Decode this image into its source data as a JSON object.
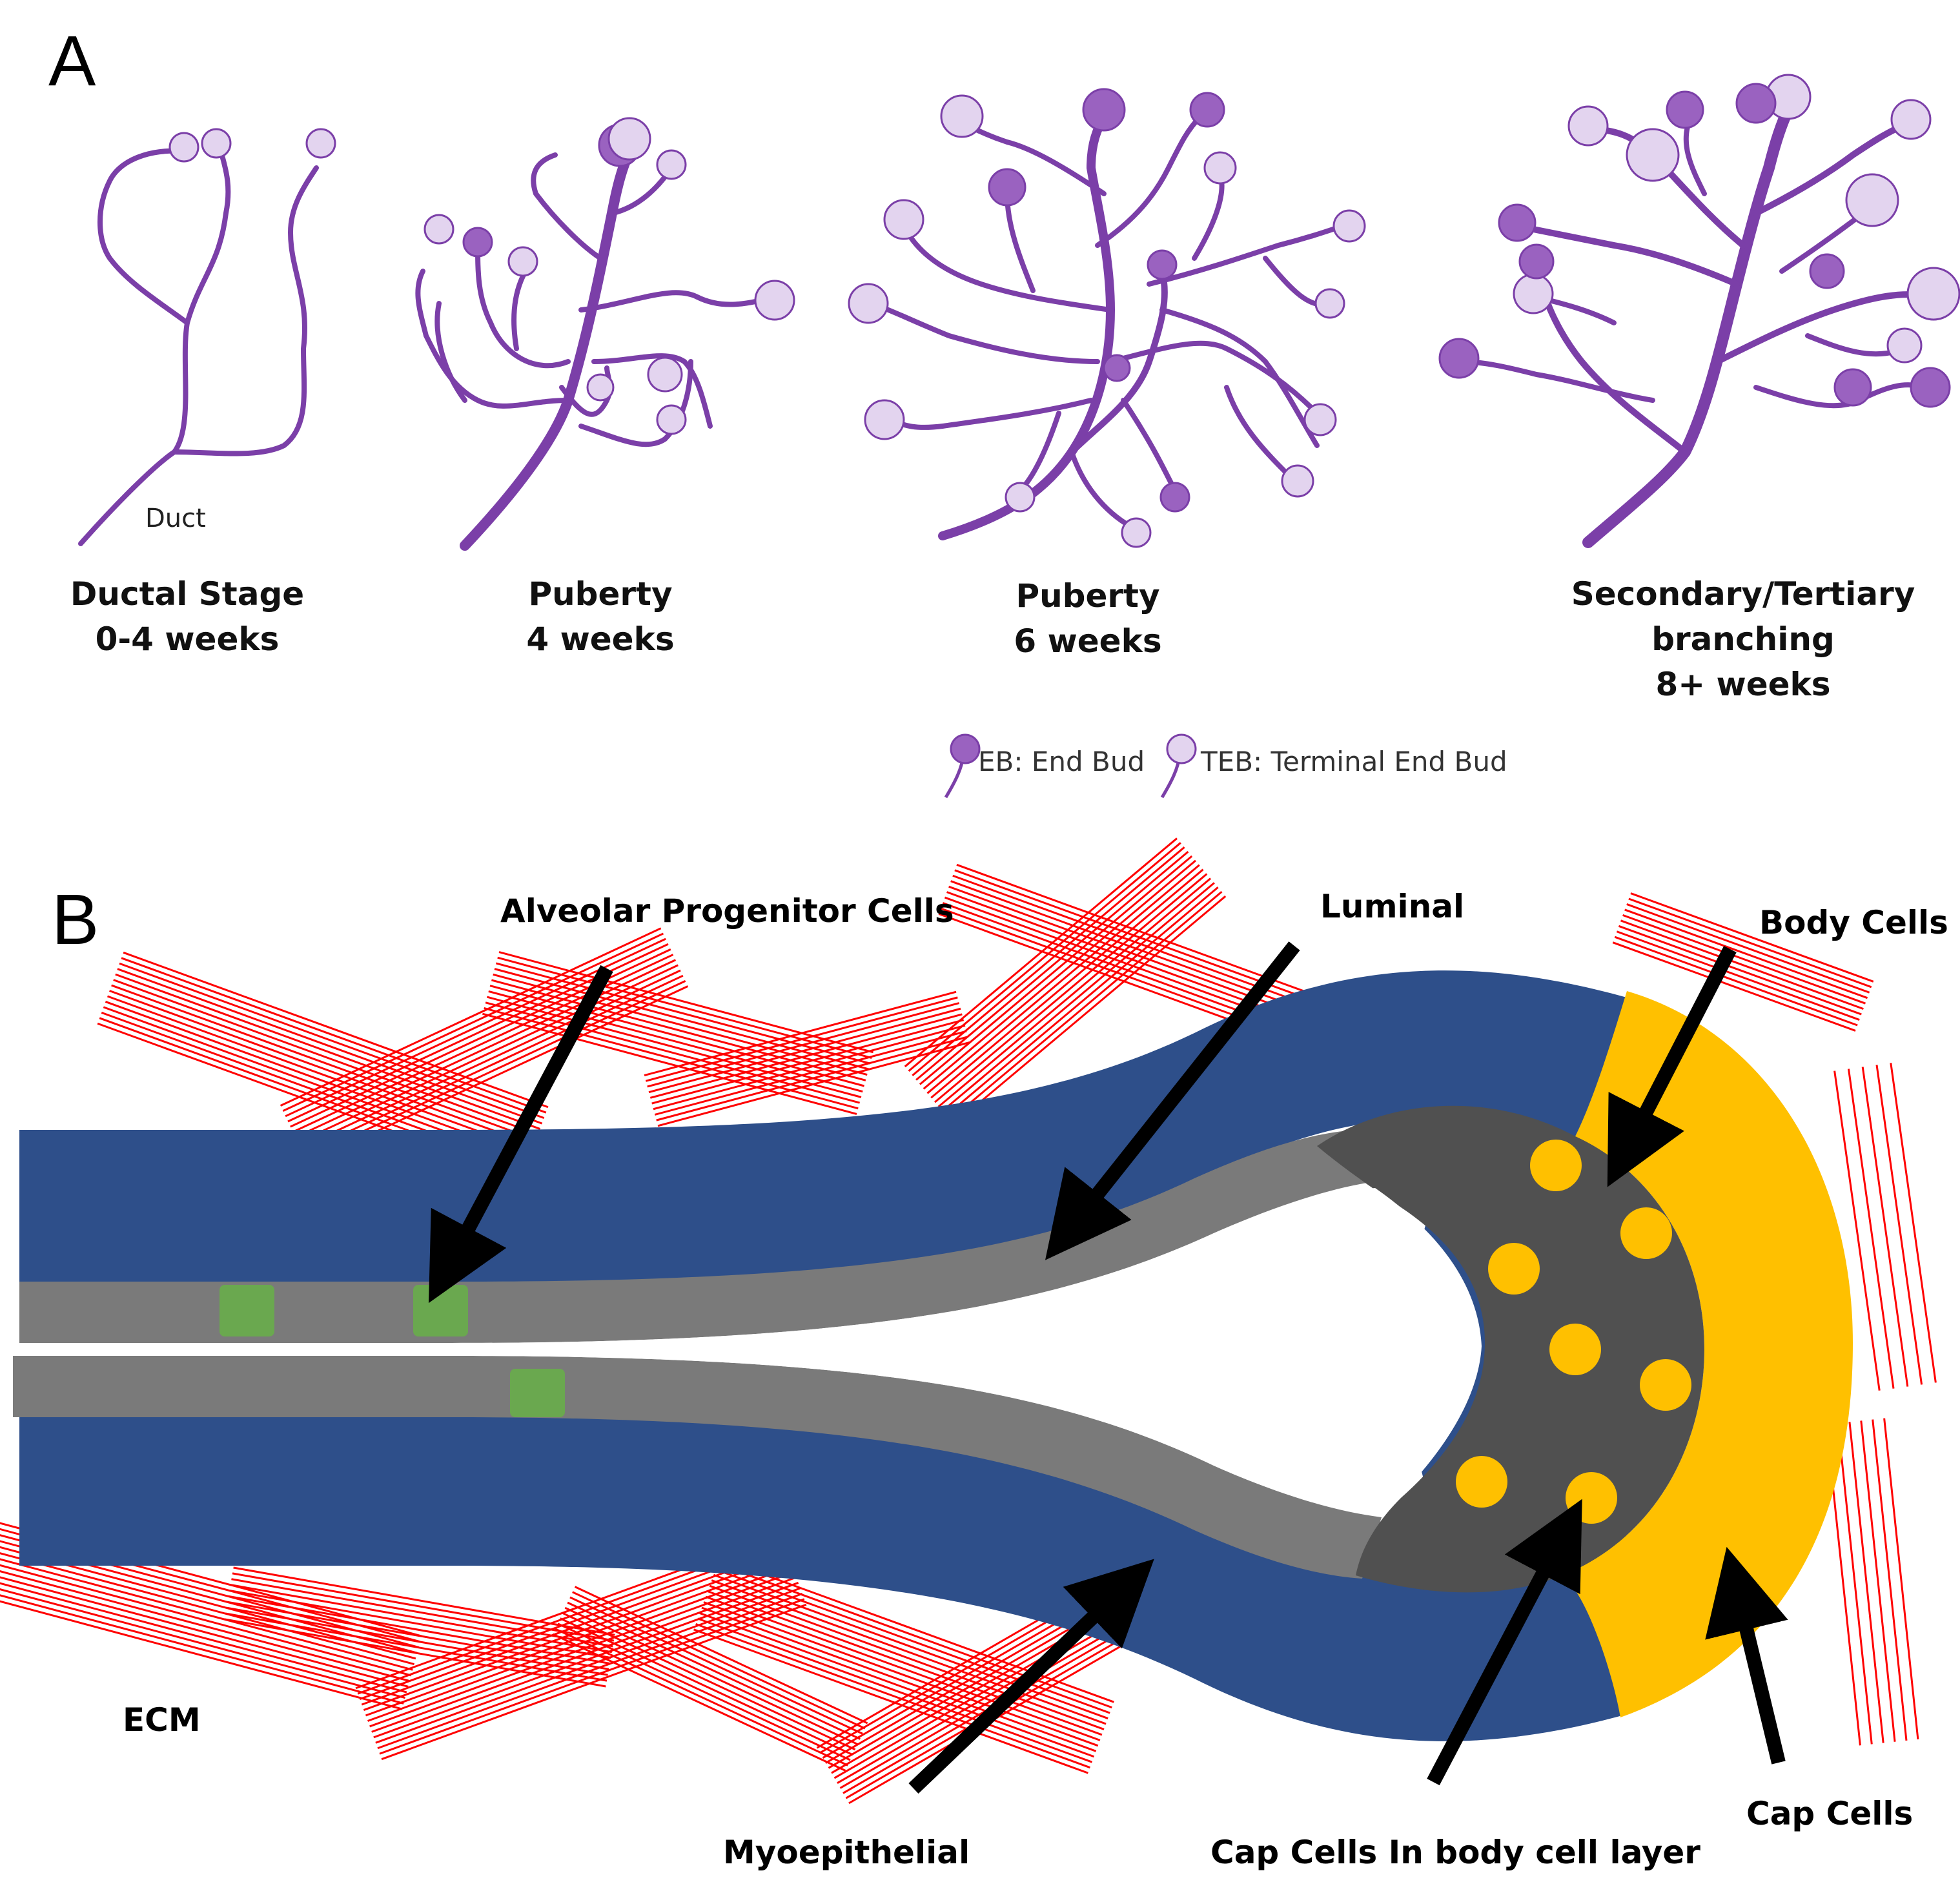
{
  "panel_a": {
    "letter": "A",
    "duct_label": "Duct",
    "stages": [
      {
        "label": "Ductal Stage\n0-4 weeks"
      },
      {
        "label": "Puberty\n4 weeks"
      },
      {
        "label": "Puberty\n6 weeks"
      },
      {
        "label": "Secondary/Tertiary\nbranching\n8+ weeks"
      }
    ],
    "legend": {
      "eb": "EB: End Bud",
      "teb": "TEB: Terminal End Bud"
    }
  },
  "panel_b": {
    "letter": "B",
    "labels": {
      "alveolar": "Alveolar Progenitor Cells",
      "luminal": "Luminal",
      "body": "Body Cells",
      "ecm": "ECM",
      "myoepithelial": "Myoepithelial",
      "cap_in_body": "Cap Cells In body cell layer",
      "cap": "Cap Cells"
    }
  },
  "colors": {
    "duct_purple": "#7b3fa8",
    "eb_fill": "#9a62c0",
    "teb_fill": "#e3d4ef",
    "myoepithelial_blue": "#2e4f8a",
    "luminal_gray": "#7a7a7a",
    "body_dark": "#505050",
    "cap_yellow": "#ffc000",
    "alveolar_green": "#6aa84f",
    "ecm_red": "#ff0000"
  }
}
